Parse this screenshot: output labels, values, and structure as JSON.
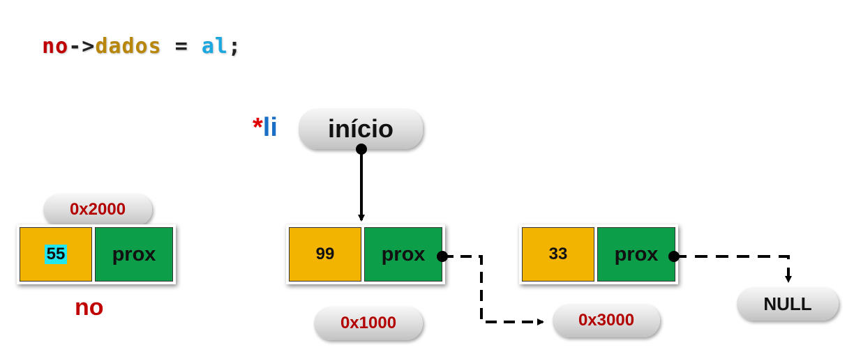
{
  "code": {
    "no": "no",
    "arrow": "->",
    "field": "dados",
    "eq": " = ",
    "val": "al",
    "semi": ";"
  },
  "li": {
    "star": "*",
    "name": "li"
  },
  "inicio": "início",
  "new_node": {
    "addr": "0x2000",
    "data": "55",
    "prox": "prox",
    "label": "no"
  },
  "list_nodes": [
    {
      "data": "99",
      "prox": "prox",
      "addr": "0x1000"
    },
    {
      "data": "33",
      "prox": "prox",
      "addr": "0x3000"
    }
  ],
  "null_label": "NULL",
  "colors": {
    "data_cell": "#f2b400",
    "prox_cell": "#0d9e4a",
    "address_text": "#b30000",
    "highlight": "#22e6f0"
  }
}
